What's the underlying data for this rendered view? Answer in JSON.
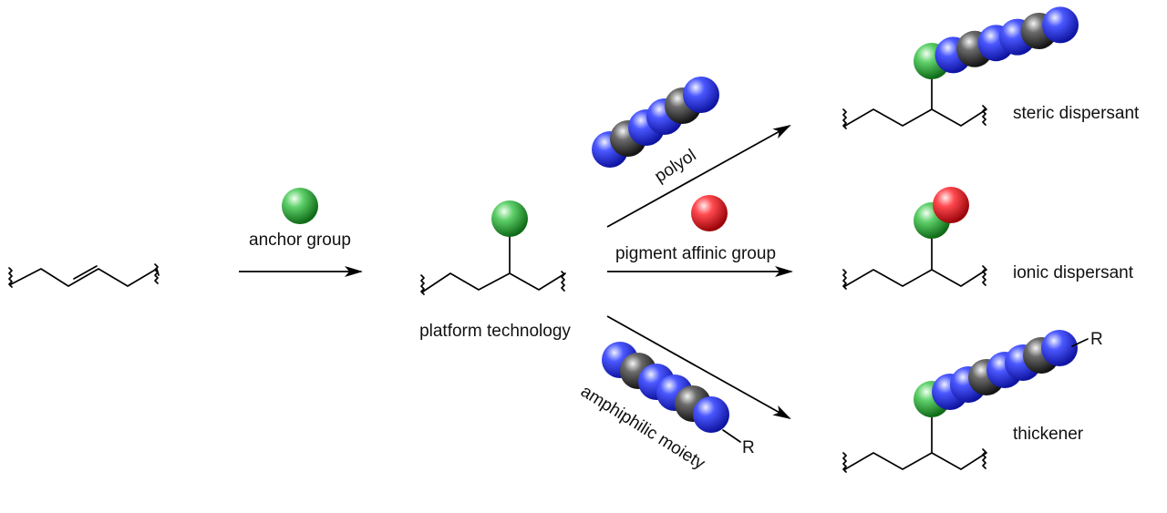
{
  "labels": {
    "anchor_group": "anchor group",
    "platform_technology": "platform technology",
    "polyol": "polyol",
    "pigment_affinic_group": "pigment affinic group",
    "amphiphilic_moiety": "amphiphilic moiety",
    "steric_dispersant": "steric dispersant",
    "ionic_dispersant": "ionic dispersant",
    "thickener": "thickener",
    "r_group": "R"
  },
  "colors": {
    "anchor_bead": "#1f9a2a",
    "pigment_bead": "#e0141b",
    "hydrophilic_bead": "#2633f0",
    "hydrophobic_bead": "#2f2f2f",
    "line": "#000000"
  },
  "chains": {
    "polyol_reagent": [
      "blue",
      "black",
      "blue",
      "blue",
      "black",
      "blue"
    ],
    "amphiphilic_reagent": [
      "blue",
      "black",
      "blue",
      "blue",
      "black",
      "blue"
    ],
    "steric_product": [
      "green",
      "blue",
      "black",
      "blue",
      "blue",
      "black",
      "blue"
    ],
    "thickener_product": [
      "green",
      "blue",
      "blue",
      "black",
      "blue",
      "blue",
      "black",
      "blue"
    ]
  }
}
